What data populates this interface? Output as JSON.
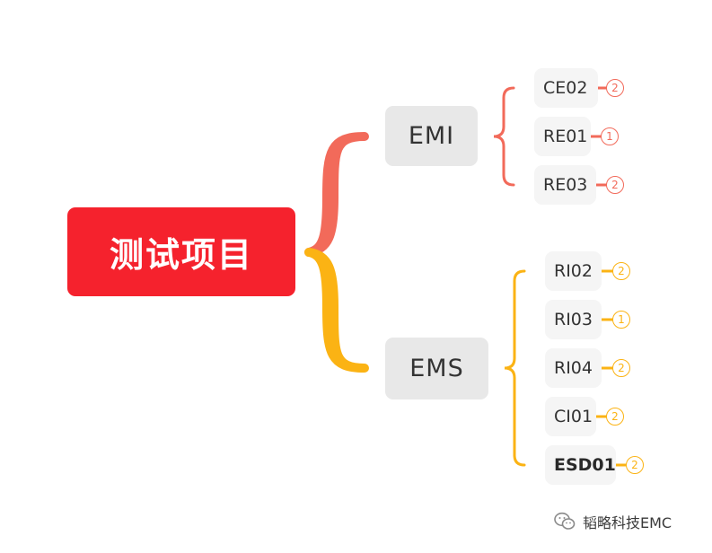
{
  "root": {
    "label": "测试项目",
    "color": "#f5222d"
  },
  "colors": {
    "emi": "#f26a5a",
    "ems": "#fbb314"
  },
  "branches": [
    {
      "id": "emi",
      "label": "EMI",
      "leaves": [
        {
          "label": "CE02",
          "count": "2"
        },
        {
          "label": "RE01",
          "count": "1"
        },
        {
          "label": "RE03",
          "count": "2"
        }
      ]
    },
    {
      "id": "ems",
      "label": "EMS",
      "leaves": [
        {
          "label": "RI02",
          "count": "2"
        },
        {
          "label": "RI03",
          "count": "1"
        },
        {
          "label": "RI04",
          "count": "2"
        },
        {
          "label": "CI01",
          "count": "2"
        },
        {
          "label": "ESD01",
          "count": "2"
        }
      ]
    }
  ],
  "watermark": {
    "text": "韬略科技EMC",
    "icon": "wechat-icon"
  }
}
